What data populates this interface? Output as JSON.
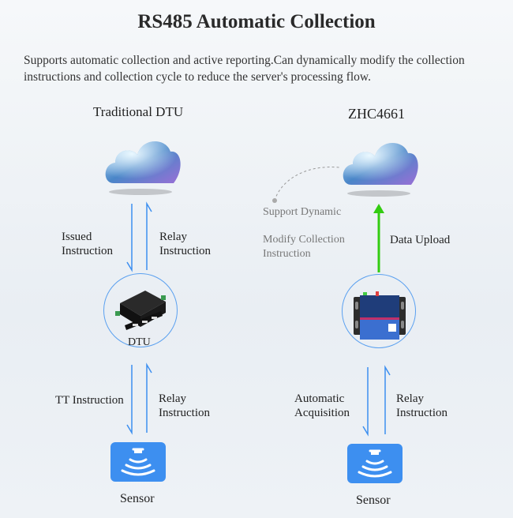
{
  "title": "RS485 Automatic Collection",
  "description": "Supports automatic collection and active reporting.Can dynamically modify the collection instructions and collection cycle to reduce the server's processing flow.",
  "left": {
    "heading": "Traditional DTU",
    "issued": [
      "Issued",
      "Instruction"
    ],
    "relay_top": [
      "Relay",
      "Instruction"
    ],
    "device_label": "DTU",
    "tt": "TT Instruction",
    "relay_bottom": [
      "Relay",
      "Instruction"
    ],
    "sensor": "Sensor"
  },
  "right": {
    "heading": "ZHC4661",
    "support": "Support Dynamic",
    "modify": [
      "Modify Collection",
      "Instruction"
    ],
    "upload": "Data Upload",
    "auto": [
      "Automatic",
      "Acquisition"
    ],
    "relay_bottom": [
      "Relay",
      "Instruction"
    ],
    "sensor": "Sensor"
  },
  "colors": {
    "arrow_blue": "#3d8ff0",
    "arrow_green": "#33cc11",
    "sensor_blue": "#3d8ff0"
  }
}
